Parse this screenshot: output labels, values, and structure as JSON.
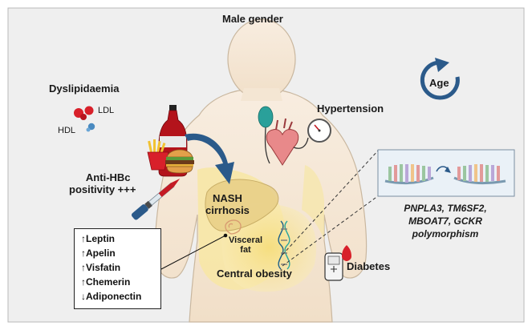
{
  "labels": {
    "male_gender": "Male gender",
    "dyslipidaemia": "Dyslipidaemia",
    "ldl": "LDL",
    "hdl": "HDL",
    "anti_hbc_line1": "Anti-HBc",
    "anti_hbc_line2": "positivity +++",
    "hypertension": "Hypertension",
    "age": "Age",
    "nash_line1": "NASH",
    "nash_line2": "cirrhosis",
    "visceral_line1": "Visceral",
    "visceral_line2": "fat",
    "central_obesity": "Central obesity",
    "diabetes": "Diabetes"
  },
  "gene_labels": [
    "PNPLA3, TM6SF2,",
    "MBOAT7, GCKR",
    "polymorphism"
  ],
  "adipokines": [
    {
      "arrow": "↑",
      "name": "Leptin"
    },
    {
      "arrow": "↑",
      "name": "Apelin"
    },
    {
      "arrow": "↑",
      "name": "Visfatin"
    },
    {
      "arrow": "↑",
      "name": "Chemerin"
    },
    {
      "arrow": "↓",
      "name": "Adiponectin"
    }
  ],
  "colors": {
    "background_panel": "#efefef",
    "body_skin": "#f4e6d3",
    "liver_fat_zone": "#f7e7a6",
    "arrow_blue": "#2b5a8a",
    "ldl_red": "#d8202a",
    "hdl_blue": "#4a8ac0"
  }
}
